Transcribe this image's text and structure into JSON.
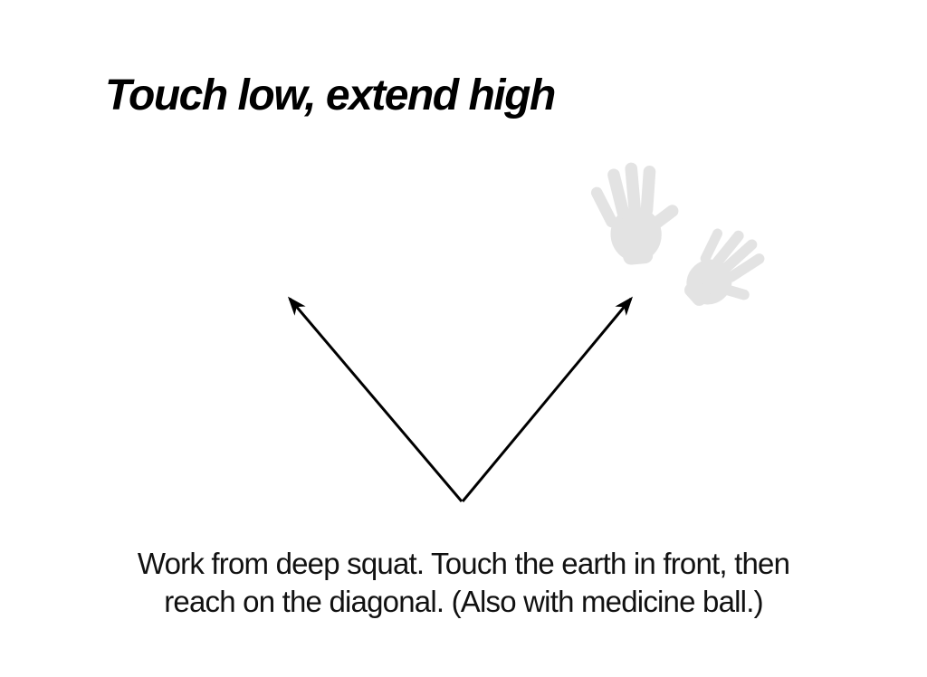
{
  "slide": {
    "title": "Touch low, extend high",
    "caption": {
      "line1": "Work from deep squat. Touch the earth in front, then",
      "line2": "reach on the diagonal. (Also with medicine ball.)"
    }
  },
  "diagram": {
    "type": "v-shaped-double-arrow",
    "arrow_color": "#000000",
    "hand_color": "#e3e3e3",
    "hands": [
      "open-hand-upright",
      "open-hand-tilted-right"
    ]
  },
  "colors": {
    "background": "#ffffff",
    "text": "#000000"
  }
}
